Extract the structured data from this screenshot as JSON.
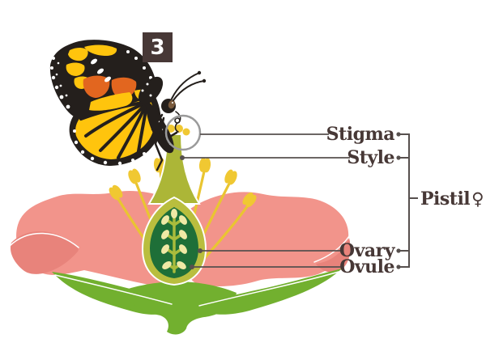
{
  "badge": {
    "number": "3"
  },
  "callouts": {
    "stigma": {
      "label": "Stigma"
    },
    "style": {
      "label": "Style"
    },
    "pistil": {
      "label": "Pistil",
      "symbol": "♀"
    },
    "ovary": {
      "label": "Ovary"
    },
    "ovule": {
      "label": "Ovule"
    }
  },
  "illustration": {
    "subject": "monarch-butterfly-pollinating-flower-cross-section",
    "colors": {
      "petal_pink": "#F2948B",
      "petal_shade": "#E8837B",
      "leaf_green": "#72B02F",
      "stamen_yellow": "#E9C531",
      "anther_yellow": "#F0C832",
      "pistil_olive": "#ACB637",
      "ovary_rind": "#B9BE3E",
      "ovary_green": "#1E6F38",
      "ovule_cream": "#EFE9A5",
      "ovule_stem": "#A9BC3C",
      "wing_black": "#241F1C",
      "wing_orange": "#E2661F",
      "wing_yellow": "#FFC40D",
      "label_brown": "#473836",
      "line_gray": "#57504E",
      "circle_gray": "#9A9A9A",
      "badge_bg": "#473836",
      "badge_text": "#FFFFFF"
    }
  }
}
